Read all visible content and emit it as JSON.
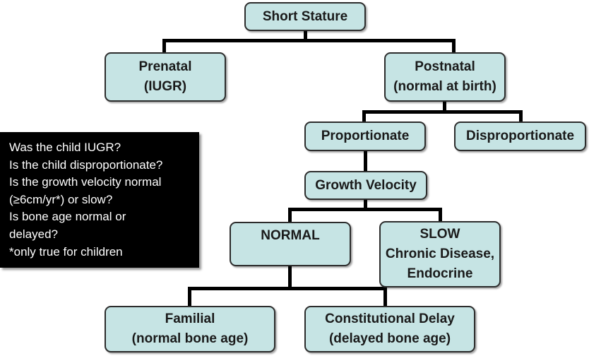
{
  "nodes": {
    "short_stature": "Short Stature",
    "prenatal": [
      "Prenatal",
      "(IUGR)"
    ],
    "postnatal": [
      "Postnatal",
      "(normal at birth)"
    ],
    "proportionate": "Proportionate",
    "disproportionate": "Disproportionate",
    "growth_velocity": "Growth Velocity",
    "normal": "NORMAL",
    "slow": [
      "SLOW",
      "Chronic Disease,",
      "Endocrine"
    ],
    "familial": [
      "Familial",
      "(normal bone age)"
    ],
    "constitutional_delay": [
      "Constitutional Delay",
      "(delayed bone age)"
    ]
  },
  "questions": [
    "Was the child IUGR?",
    "Is the child disproportionate?",
    "Is the growth velocity normal",
    "(≥6cm/yr*) or slow?",
    "Is bone age normal or",
    "delayed?",
    "*only true for children"
  ],
  "colors": {
    "node_fill": "#c6e4e4",
    "node_border": "#2c2c2c",
    "connector": "#000000",
    "question_box_bg": "#000000",
    "question_box_text": "#ffffff"
  }
}
